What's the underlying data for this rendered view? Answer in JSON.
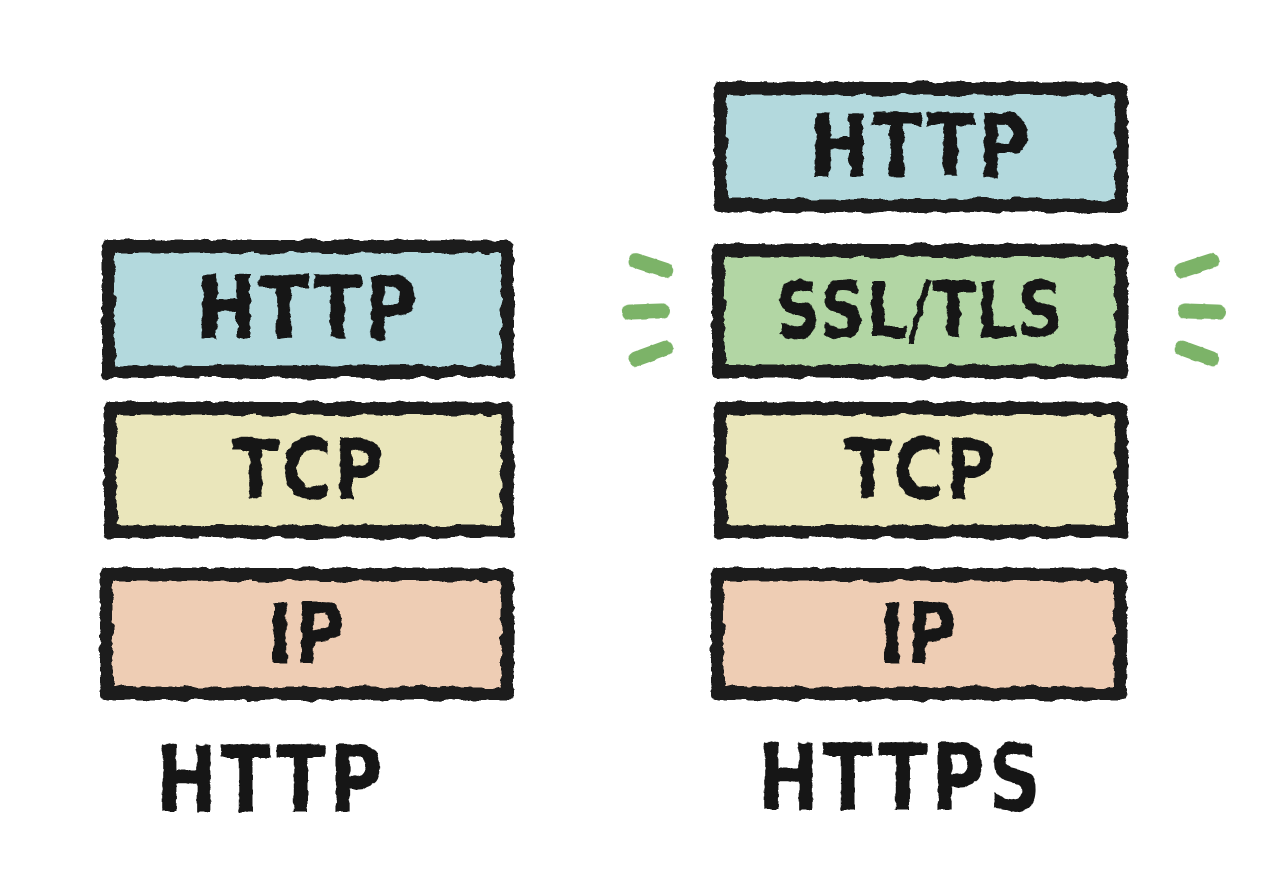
{
  "diagram": {
    "title_visible": false,
    "background_color": "#ffffff",
    "ink_color": "#1a1a1a",
    "accent_green": "#7cb368",
    "columns": [
      {
        "id": "http",
        "caption": "HTTP",
        "layers": [
          {
            "label": "HTTP",
            "fill": "#b3d9dd",
            "color_name": "blue"
          },
          {
            "label": "TCP",
            "fill": "#eae6bb",
            "color_name": "yellow"
          },
          {
            "label": "IP",
            "fill": "#eecdb4",
            "color_name": "peach"
          }
        ],
        "highlight": null
      },
      {
        "id": "https",
        "caption": "HTTPS",
        "layers": [
          {
            "label": "HTTP",
            "fill": "#b3d9dd",
            "color_name": "blue"
          },
          {
            "label": "SSL/TLS",
            "fill": "#b2d6a4",
            "color_name": "green"
          },
          {
            "label": "TCP",
            "fill": "#eae6bb",
            "color_name": "yellow"
          },
          {
            "label": "IP",
            "fill": "#eecdb4",
            "color_name": "peach"
          }
        ],
        "highlight": {
          "target_label": "SSL/TLS",
          "marks": "sparkle-dashes",
          "mark_count_per_side": 3,
          "color": "#7cb368"
        }
      }
    ]
  }
}
